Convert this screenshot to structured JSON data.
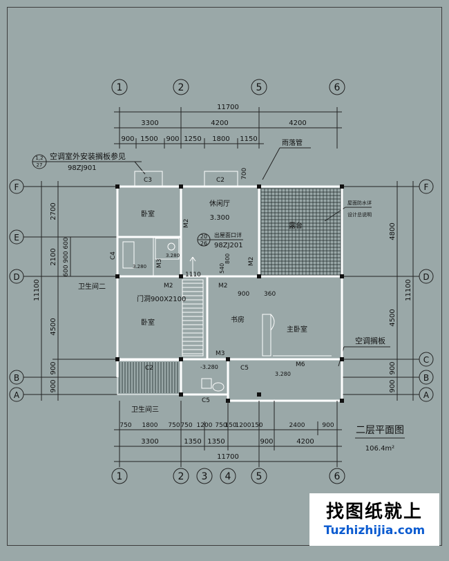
{
  "plan": {
    "title": "二层平面图",
    "area": "106.4m²",
    "axes_top": [
      "1",
      "2",
      "5",
      "6"
    ],
    "axes_bottom": [
      "1",
      "2",
      "3",
      "4",
      "5",
      "6"
    ],
    "axes_side": [
      "F",
      "E",
      "D",
      "C",
      "B",
      "A"
    ],
    "dims_top_total": "11700",
    "dims_top_row1": [
      "3300",
      "4200",
      "4200"
    ],
    "dims_top_row2": [
      "900",
      "1500",
      "900",
      "1250",
      "1800",
      "1150"
    ],
    "dims_bottom_row1": [
      "750",
      "1800",
      "750",
      "750",
      "1200",
      "750",
      "150",
      "1200",
      "150",
      "2400",
      "900"
    ],
    "dims_bottom_row2": [
      "3300",
      "1350",
      "1350",
      "900",
      "4200"
    ],
    "dims_bottom_total": "11700",
    "dims_left_total": "11100",
    "dims_left": [
      "2700",
      "2100",
      "4500",
      "900",
      "900"
    ],
    "dims_left_small": [
      "600",
      "900",
      "600"
    ],
    "dims_right_total": "11100",
    "dims_right": [
      "4800",
      "4500",
      "900",
      "900"
    ],
    "note_panel": "空调室外安装搁板参见",
    "note_panel_ref": "98ZJ901",
    "note_panel_idx_top": "1,2",
    "note_panel_idx_bottom": "27",
    "note_downpipe": "雨落管",
    "note_terrace": "屋面防水详",
    "note_terrace2": "设计总说明",
    "note_window": "出屋面口详",
    "note_window_ref": "98ZJ201",
    "note_window_idx_top": "20",
    "note_window_idx_bottom": "26",
    "note_ac_shelf": "空调搁板",
    "rooms": {
      "bedroom_nw": "卧室",
      "lounge": "休闲厅",
      "lounge_level": "3.300",
      "terrace": "露台",
      "bath2": "卫生间二",
      "bedroom_sw": "卧室",
      "study": "书房",
      "master": "主卧室",
      "bath3": "卫生间三",
      "door_note": "门洞900X2100"
    },
    "labels": {
      "c3": "C3",
      "c2_top": "C2",
      "c4": "C4",
      "m2_a": "M2",
      "m2_b": "M2",
      "m2_c": "M2",
      "m2_d": "M2",
      "m3_a": "M3",
      "m3_b": "M3",
      "c2_bot": "C2",
      "c5_a": "C5",
      "c5_b": "C5",
      "m6": "M6",
      "level_a": "3.280",
      "level_b": "3.280",
      "level_c": "-3.280",
      "level_d": "3.280",
      "d700": "700",
      "d1110": "1110",
      "d540": "540",
      "d800": "800",
      "d900": "900",
      "d360": "360"
    }
  },
  "brand": {
    "cn": "找图纸就上",
    "en": "Tuzhizhijia.com"
  }
}
